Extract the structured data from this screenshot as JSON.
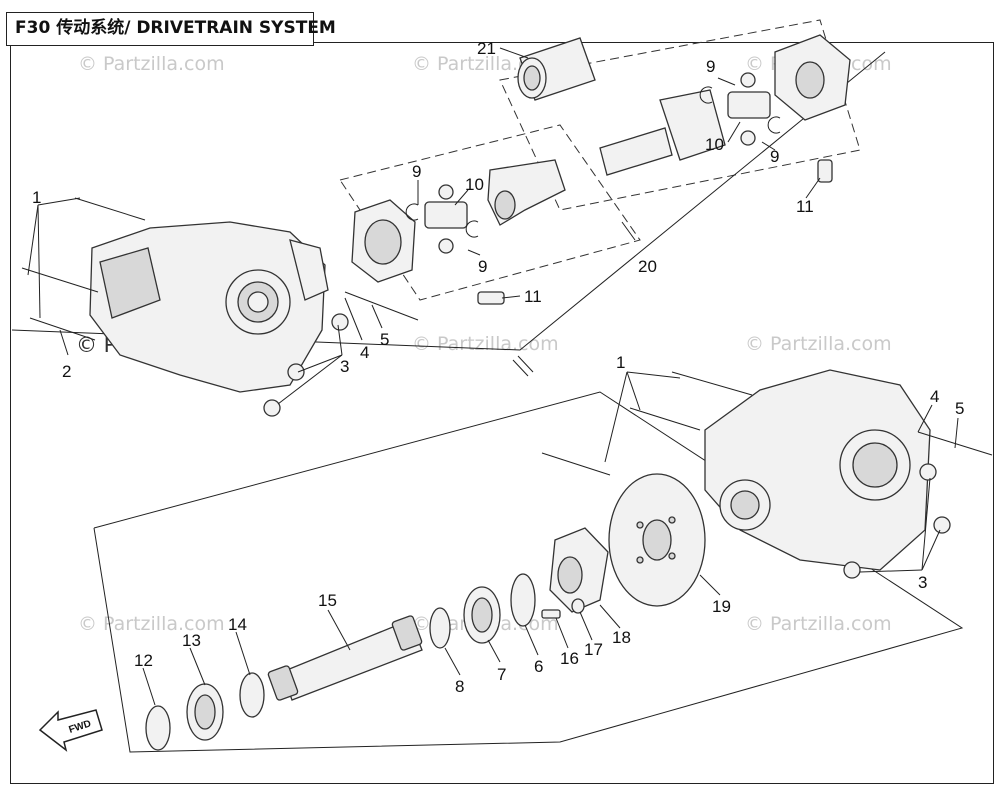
{
  "header": {
    "title": "F30 传动系统/ DRIVETRAIN SYSTEM"
  },
  "watermarks": {
    "light": "© Partzilla.com",
    "dark": "© Partzilla.com"
  },
  "direction_label": "FWD",
  "callouts": {
    "c1a": "1",
    "c2": "2",
    "c3a": "3",
    "c4a": "4",
    "c5a": "5",
    "c9a": "9",
    "c9b": "9",
    "c10a": "10",
    "c11a": "11",
    "c20": "20",
    "c21": "21",
    "c9c": "9",
    "c9d": "9",
    "c10b": "10",
    "c11b": "11",
    "c1b": "1",
    "c4b": "4",
    "c5b": "5",
    "c3b": "3",
    "c19": "19",
    "c18": "18",
    "c17": "17",
    "c16": "16",
    "c6": "6",
    "c7": "7",
    "c8": "8",
    "c15": "15",
    "c14": "14",
    "c13": "13",
    "c12": "12"
  },
  "colors": {
    "line": "#222222",
    "watermark": "#c9c9c9",
    "part_fill": "#f2f2f2"
  }
}
